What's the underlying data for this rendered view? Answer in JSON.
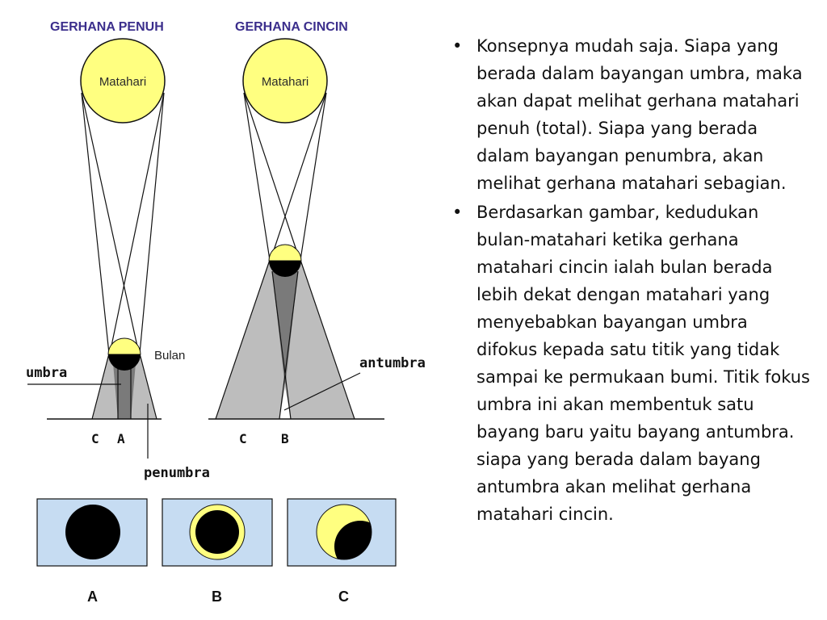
{
  "diagram": {
    "title_total": "GERHANA PENUH",
    "title_annular": "GERHANA CINCIN",
    "sun_label": "Matahari",
    "moon_label": "Bulan",
    "umbra_label": "umbra",
    "antumbra_label": "antumbra",
    "penumbra_label": "penumbra",
    "ground_total": [
      "C",
      "A"
    ],
    "ground_annular": [
      "C",
      "B"
    ],
    "panels": [
      "A",
      "B",
      "C"
    ],
    "colors": {
      "sun": "#ffff80",
      "panel_bg": "#c6dcf2",
      "penumbra": "#bdbdbd",
      "umbra": "#7a7a7a",
      "title": "#3b2e8c"
    }
  },
  "text": {
    "bullet_char": "•",
    "bullets": [
      "Konsepnya mudah saja. Siapa yang berada dalam bayangan umbra, maka akan dapat melihat gerhana matahari penuh (total). Siapa yang berada dalam bayangan penumbra, akan melihat gerhana matahari sebagian.",
      "Berdasarkan gambar, kedudukan bulan-matahari ketika gerhana matahari cincin ialah bulan berada lebih dekat dengan matahari yang menyebabkan bayangan umbra difokus kepada satu titik yang tidak sampai ke permukaan bumi. Titik fokus umbra ini akan membentuk satu bayang baru yaitu bayang antumbra. siapa yang berada dalam bayang antumbra akan melihat gerhana matahari cincin."
    ]
  }
}
